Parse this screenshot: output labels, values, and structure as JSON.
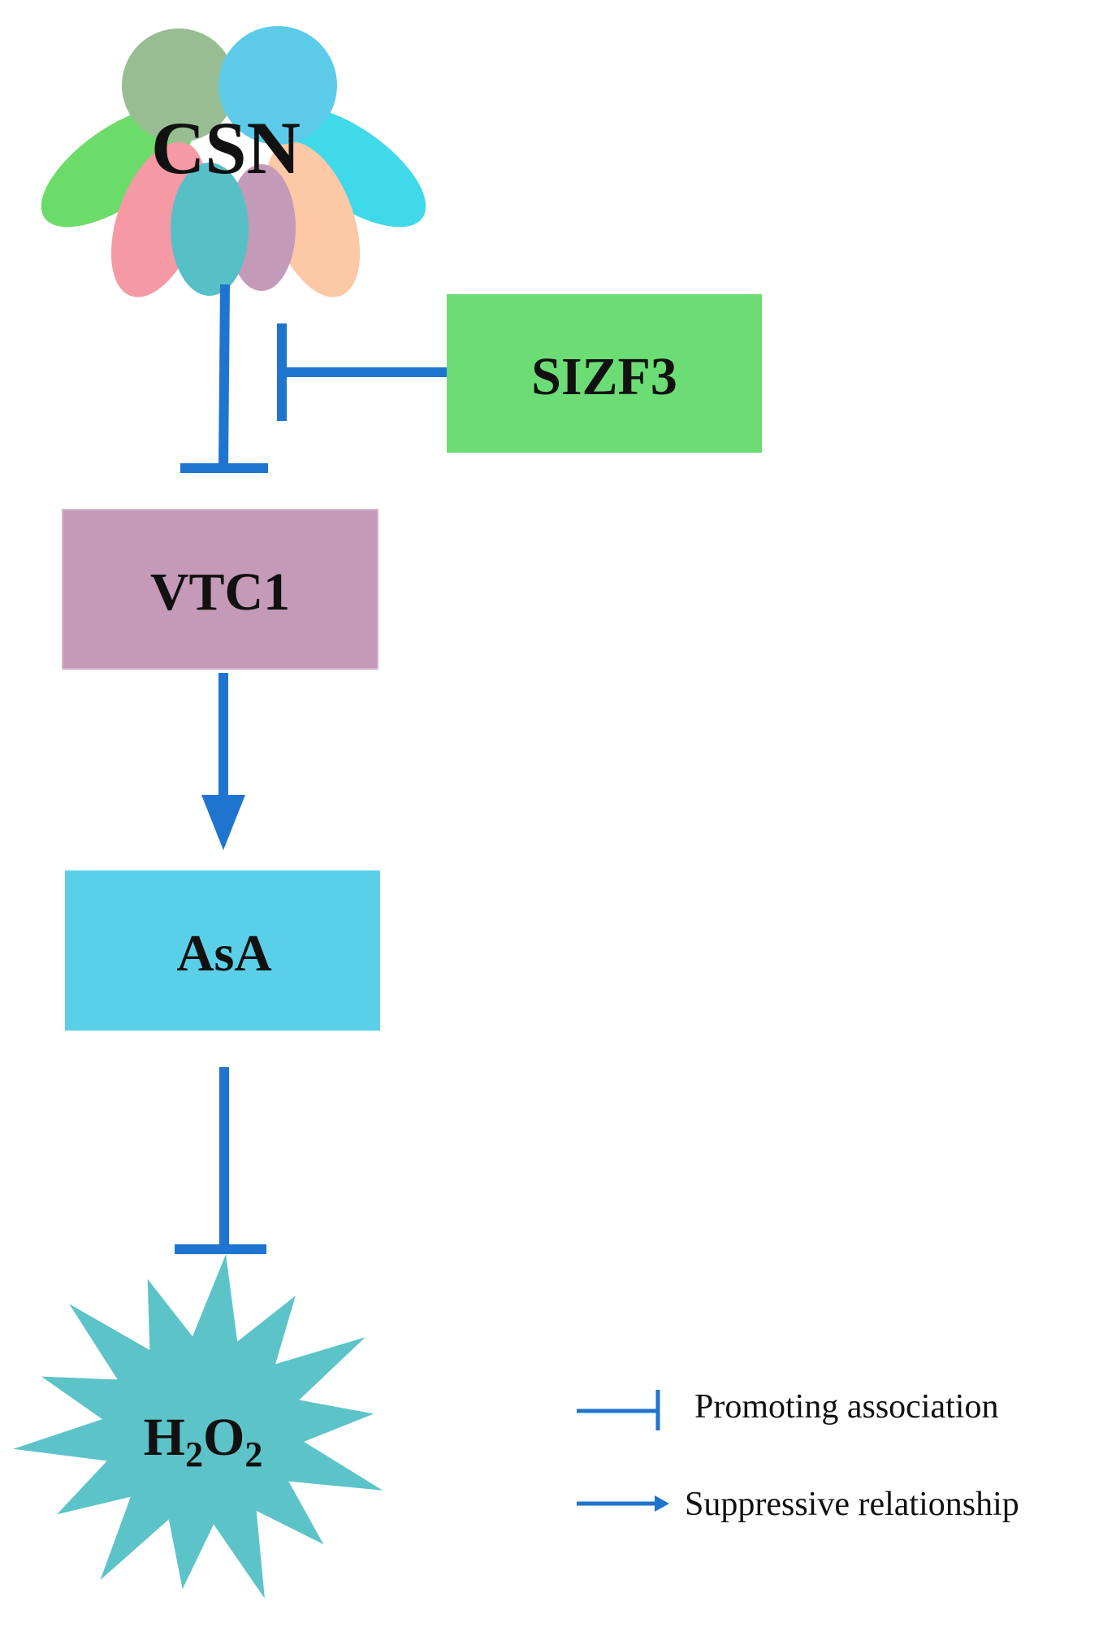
{
  "nodes": {
    "csn": {
      "label": "CSN"
    },
    "sizf3": {
      "label": "SIZF3",
      "color": "#6cdd74"
    },
    "vtc1": {
      "label": "VTC1",
      "color": "#c59ab9"
    },
    "asa": {
      "label": "AsA",
      "color": "#5ad0e8"
    },
    "h2o2": {
      "label_main_1": "H",
      "sub_1": "2",
      "label_main_2": "O",
      "sub_2": "2",
      "color": "#5cc4c8"
    }
  },
  "legend": {
    "bar_label": "Promoting association",
    "arrow_label": "Suppressive relationship"
  },
  "colors": {
    "connector": "#1f74cf",
    "csn_petals": [
      "#6bdc6a",
      "#f59aa4",
      "#57bfc6",
      "#c39ab8",
      "#fcc8a6",
      "#3fd9e9"
    ],
    "csn_top": [
      "#98bd93",
      "#5ccbe9"
    ]
  }
}
